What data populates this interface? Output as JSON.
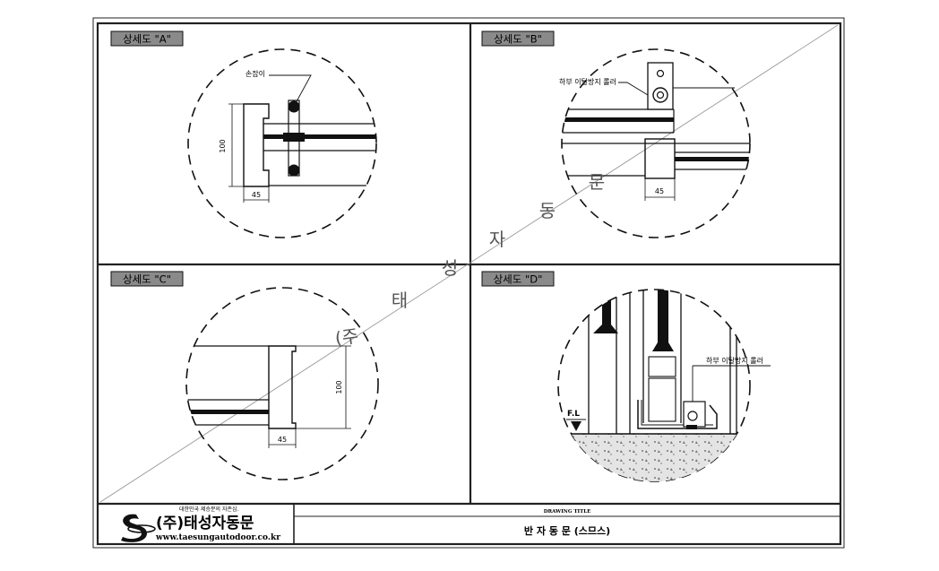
{
  "panels": {
    "a": {
      "title": "상세도 \"A\"",
      "callout": "손잡이",
      "dim_height": "100",
      "dim_width": "45"
    },
    "b": {
      "title": "상세도 \"B\"",
      "callout": "하부 이탈방지 롤러",
      "dim_width": "45"
    },
    "c": {
      "title": "상세도 \"C\"",
      "dim_height": "100",
      "dim_width": "45"
    },
    "d": {
      "title": "상세도 \"D\"",
      "callout": "하부 이탈방지 롤러",
      "floor_label": "F.L"
    }
  },
  "watermark": [
    "(주",
    "태",
    "성",
    "자",
    "동",
    "문"
  ],
  "title_block": {
    "company_slogan": "대한민국 제승분의 자존심.",
    "company_name": "(주)태성자동문",
    "company_url": "www.taesungautodoor.co.kr",
    "drawing_title_label": "DRAWING TITLE",
    "drawing_title": "반 자 동 문 (스므스)"
  }
}
